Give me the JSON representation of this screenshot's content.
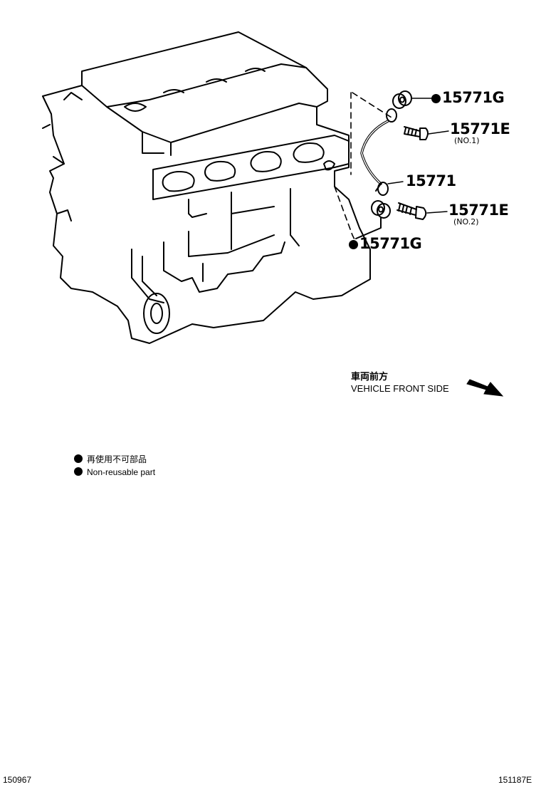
{
  "callouts": {
    "gasket_upper": "15771G",
    "bolt_no1": "15771E",
    "bolt_no1_sub": "(NO.1)",
    "pipe": "15771",
    "bolt_no2": "15771E",
    "bolt_no2_sub": "(NO.2)",
    "gasket_lower": "15771G"
  },
  "direction": {
    "jp": "車両前方",
    "en": "VEHICLE FRONT SIDE"
  },
  "legend": {
    "jp": "再使用不可部品",
    "en": "Non-reusable part"
  },
  "footer": {
    "left": "150967",
    "right": "151187E"
  }
}
